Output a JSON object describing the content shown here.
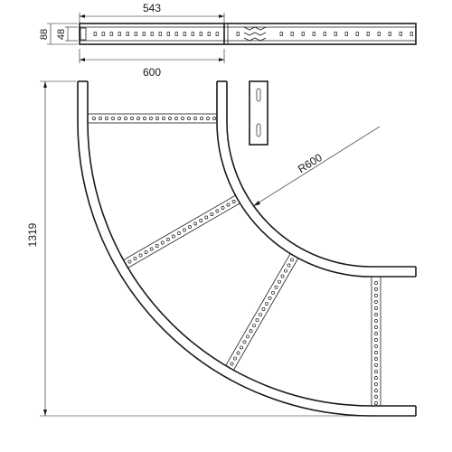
{
  "drawing": {
    "title": "",
    "dimensions": {
      "top_width": "543",
      "bottom_width": "600",
      "height_outer": "88",
      "height_inner": "48",
      "overall_height": "1319",
      "radius": "R600"
    },
    "colors": {
      "line": "#1a1a1a",
      "background": "#ffffff"
    }
  }
}
